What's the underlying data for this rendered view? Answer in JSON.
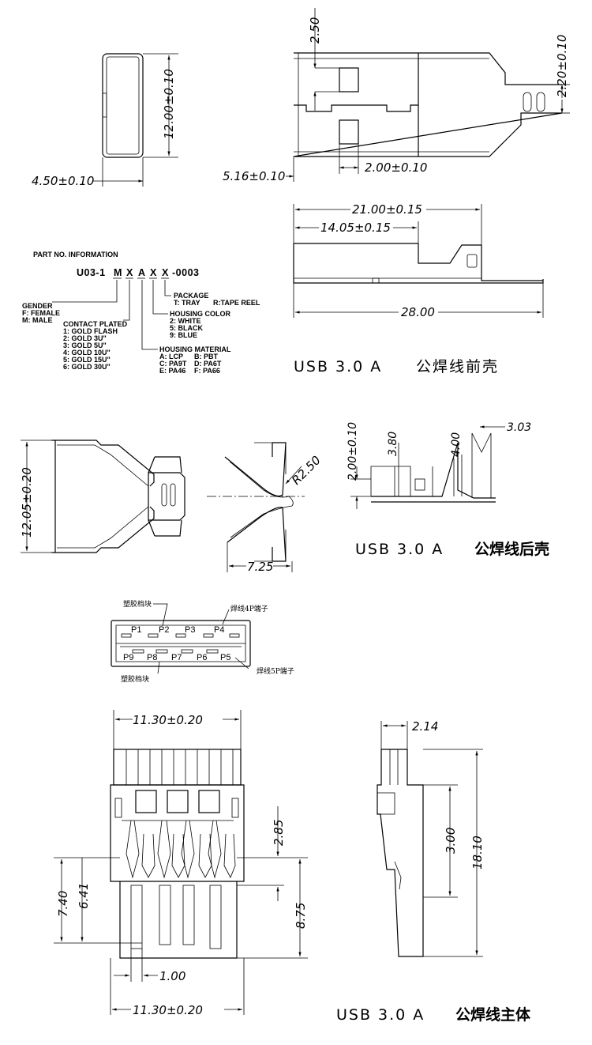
{
  "front_shell": {
    "dims": {
      "h_250": "2.50",
      "h_1200": "12.00±0.10",
      "w_450": "4.50±0.10",
      "w_516": "5.16±0.10",
      "w_200": "2.00±0.10",
      "w_220": "2.20±0.10",
      "l_2100": "21.00±0.15",
      "l_1405": "14.05±0.15",
      "l_2800": "28.00"
    },
    "title_en": "USB 3.0 A",
    "title_zh": "公焊线前壳"
  },
  "part_info": {
    "heading": "PART NO. INFORMATION",
    "code": [
      "U03-1",
      "M",
      "X",
      "A",
      "X",
      "X",
      "-0003"
    ],
    "gender": [
      "GENDER",
      "F: FEMALE",
      "M: MALE"
    ],
    "contact": [
      "CONTACT PLATED",
      "1: GOLD FLASH",
      "2: GOLD 3U\"",
      "3: GOLD 5U\"",
      "4: GOLD 10U\"",
      "5: GOLD 15U\"",
      "6: GOLD 30U\""
    ],
    "package": [
      "PACKAGE",
      "T: TRAY",
      "R:TAPE REEL"
    ],
    "color": [
      "HOUSING COLOR",
      "2: WHITE",
      "5: BLACK",
      "9: BLUE"
    ],
    "material": [
      "HOUSING MATERIAL",
      "A: LCP",
      "B: PBT",
      "C: PA9T",
      "D: PA6T",
      "E: PA46",
      "F: PA66"
    ]
  },
  "rear_shell": {
    "dims": {
      "h_1205": "12.05±0.20",
      "r_250": "R2.50",
      "w_725": "7.25",
      "h_200": "2.00±0.10",
      "h_380": "3.80",
      "h_400": "4.00",
      "w_303": "3.03"
    },
    "title_en": "USB 3.0 A",
    "title_zh": "公焊线后壳"
  },
  "pinout": {
    "labels": {
      "plastic_top": "塑胶档块",
      "plastic_bottom": "塑胶档块",
      "term_4p": "焊线4P端子",
      "term_5p": "焊线5P端子"
    },
    "top_pins": [
      "P1",
      "P2",
      "P3",
      "P4"
    ],
    "bottom_pins": [
      "P9",
      "P8",
      "P7",
      "P6",
      "P5"
    ]
  },
  "main_body": {
    "dims": {
      "w_top": "11.30±0.20",
      "w_bot": "11.30±0.20",
      "h_285": "2.85",
      "h_740": "7.40",
      "h_641": "6.41",
      "h_875": "8.75",
      "w_100": "1.00",
      "w_214": "2.14",
      "h_300": "3.00",
      "h_1810": "18.10"
    },
    "title_en": "USB 3.0 A",
    "title_zh": "公焊线主体"
  }
}
